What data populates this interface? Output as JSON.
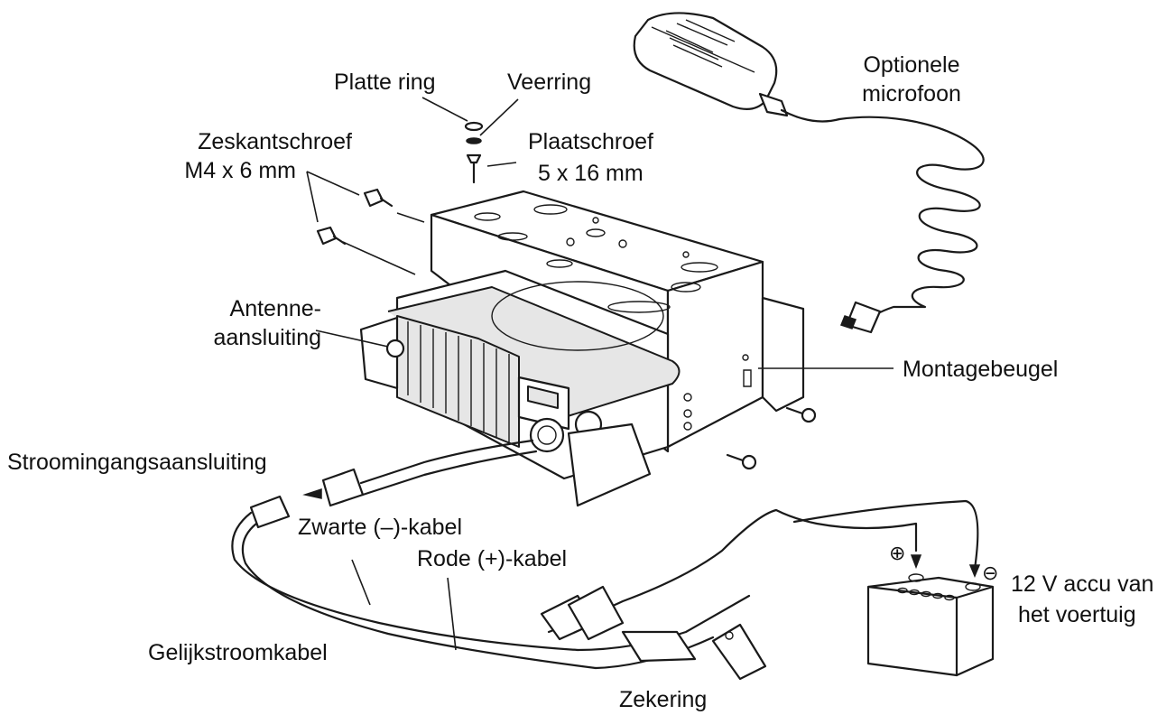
{
  "labels": {
    "platte_ring": "Platte ring",
    "veerring": "Veerring",
    "zeskantschroef": "Zeskantschroef",
    "zeskantschroef_size": "M4 x 6 mm",
    "plaatschroef": "Plaatschroef",
    "plaatschroef_size": "5 x 16 mm",
    "optionele": "Optionele",
    "microfoon": "microfoon",
    "antenne1": "Antenne-",
    "antenne2": "aansluiting",
    "montagebeugel": "Montagebeugel",
    "stroomingang": "Stroomingangsaansluiting",
    "zwarte": "Zwarte (–)-kabel",
    "rode": "Rode (+)-kabel",
    "gelijkstroom": "Gelijkstroomkabel",
    "zekering": "Zekering",
    "accu1": "12 V accu van",
    "accu2": "het voertuig",
    "plus": "⊕",
    "minus": "⊖"
  },
  "colors": {
    "line": "#1a1a1a",
    "shade": "#e6e6e6",
    "background": "#ffffff"
  }
}
